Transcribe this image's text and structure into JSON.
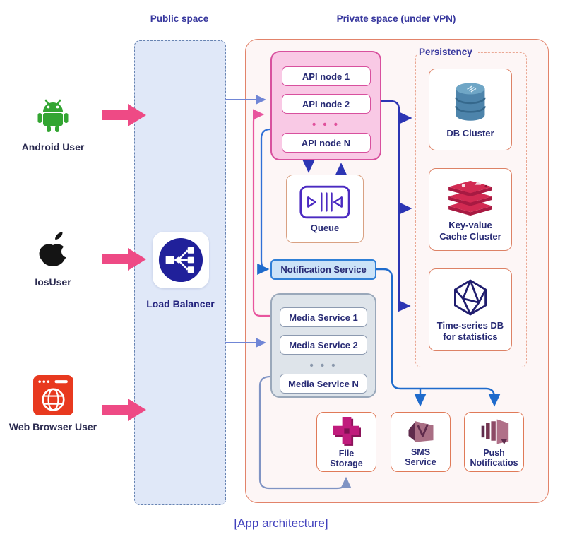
{
  "diagram": {
    "title": "[App architecture]",
    "zones": {
      "public": {
        "label": "Public space"
      },
      "private": {
        "label": "Private space (under VPN)"
      },
      "persistency": {
        "label": "Persistency"
      }
    },
    "actors": {
      "android": {
        "label": "Android User",
        "icon": "android-robot-icon"
      },
      "ios": {
        "label": "IosUser",
        "icon": "apple-logo-icon"
      },
      "web": {
        "label": "Web Browser User",
        "icon": "web-browser-icon"
      }
    },
    "load_balancer": {
      "label": "Load Balancer",
      "icon": "load-balancer-icon"
    },
    "api_cluster": {
      "nodes": [
        "API node 1",
        "API node 2",
        "API node N"
      ],
      "ellipsis": "• • •"
    },
    "media_cluster": {
      "nodes": [
        "Media Service 1",
        "Media Service 2",
        "Media Service N"
      ],
      "ellipsis": "• • •"
    },
    "queue": {
      "label": "Queue",
      "icon": "message-queue-icon"
    },
    "notification_service": {
      "label": "Notification Service"
    },
    "persistency_items": {
      "db": {
        "label": "DB Cluster",
        "icon": "database-cylinder-icon"
      },
      "kv": {
        "label": "Key-value\nCache Cluster",
        "icon": "redis-stack-icon"
      },
      "ts": {
        "label": "Time-series DB\nfor statistics",
        "icon": "polyhedron-db-icon"
      }
    },
    "bottom_services": {
      "file": {
        "label": "File\nStorage",
        "icon": "file-storage-bucket-icon"
      },
      "sms": {
        "label": "SMS\nService",
        "icon": "sms-service-icon"
      },
      "push": {
        "label": "Push\nNotificatios",
        "icon": "push-notifications-icon"
      }
    },
    "colors": {
      "pink_arrow": "#ee4a85",
      "pink_line": "#e8559e",
      "cornflower_line": "#7086d6",
      "indigo_line": "#2c35b4",
      "blue_line": "#1f6bcc",
      "slate_line": "#8094c4",
      "public_fill": "#e0e8f8",
      "private_border": "#e2836a",
      "api_fill": "#f9c9e5",
      "api_border": "#d8509e",
      "media_fill": "#dee4ea",
      "notification_fill": "#cbe3f8",
      "notification_border": "#2f7fd6",
      "android_green": "#33a532",
      "browser_red": "#e8391f",
      "lb_navy": "#20209a"
    }
  }
}
